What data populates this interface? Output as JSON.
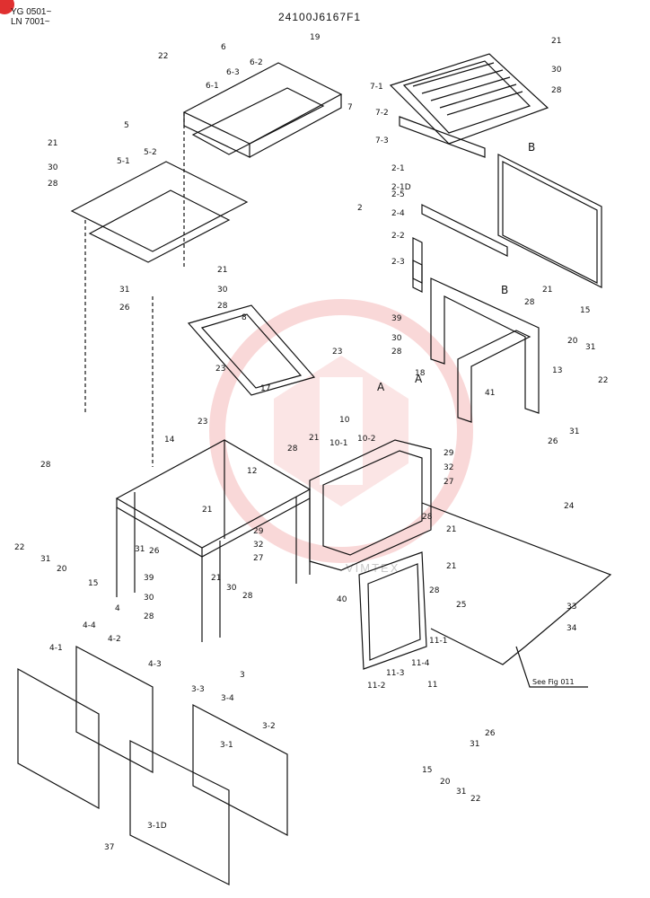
{
  "header": {
    "serial_1": "YG 0501~",
    "serial_2": "LN 7001~",
    "figure_code": "24100J6167F1"
  },
  "watermark": {
    "text": "VIMTEX"
  },
  "reference": {
    "see_fig": "See Fig 011"
  },
  "callouts": [
    "19",
    "22",
    "6",
    "6-1",
    "6-3",
    "6-2",
    "21",
    "30",
    "28",
    "7",
    "7-1",
    "7-2",
    "7-3",
    "B",
    "5",
    "5-1",
    "5-2",
    "21",
    "30",
    "28",
    "2-1",
    "2-1D",
    "2",
    "2-5",
    "2-4",
    "2-2",
    "2-3",
    "31",
    "26",
    "21",
    "30",
    "28",
    "8",
    "21",
    "28",
    "15",
    "20",
    "31",
    "22",
    "B",
    "39",
    "30",
    "28",
    "13",
    "23",
    "18",
    "A",
    "26",
    "31",
    "23",
    "17",
    "A",
    "41",
    "23",
    "10",
    "10-1",
    "10-2",
    "21",
    "29",
    "32",
    "27",
    "14",
    "12",
    "28",
    "21",
    "28",
    "24",
    "22",
    "31",
    "20",
    "26",
    "15",
    "31",
    "29",
    "32",
    "27",
    "21",
    "28",
    "21",
    "39",
    "30",
    "28",
    "21",
    "30",
    "28",
    "40",
    "28",
    "25",
    "33",
    "34",
    "4",
    "4-4",
    "4-2",
    "4-1",
    "4-3",
    "3",
    "3-3",
    "3-4",
    "3-2",
    "3-1",
    "11",
    "11-1",
    "11-2",
    "11-3",
    "11-4",
    "26",
    "31",
    "15",
    "20",
    "31",
    "22",
    "3-1D",
    "37"
  ],
  "colors": {
    "line": "#111111",
    "watermark": "#e03030"
  }
}
